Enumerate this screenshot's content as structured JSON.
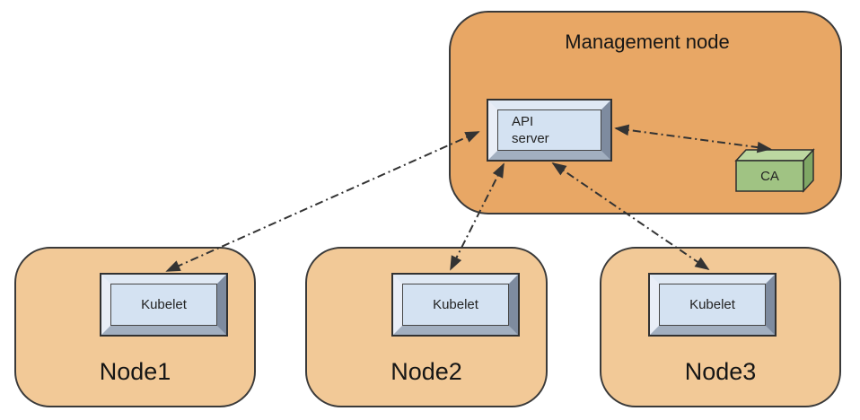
{
  "management_node": {
    "label": "Management node",
    "api_server_label": "API\nserver",
    "ca_label": "CA"
  },
  "nodes": [
    {
      "label": "Node1",
      "kubelet_label": "Kubelet"
    },
    {
      "label": "Node2",
      "kubelet_label": "Kubelet"
    },
    {
      "label": "Node3",
      "kubelet_label": "Kubelet"
    }
  ],
  "connections": [
    {
      "from": "api-server",
      "to": "kubelet-node1",
      "style": "dash-dot",
      "bidirectional": true
    },
    {
      "from": "api-server",
      "to": "kubelet-node2",
      "style": "dash-dot",
      "bidirectional": true
    },
    {
      "from": "api-server",
      "to": "kubelet-node3",
      "style": "dash-dot",
      "bidirectional": true
    },
    {
      "from": "api-server",
      "to": "ca",
      "style": "dash-dot",
      "bidirectional": true
    }
  ],
  "colors": {
    "management_fill": "#e8a765",
    "node_fill": "#f2c997",
    "box_face": "#d4e2f2",
    "bezel_light": "#e9eef7",
    "bezel_dark": "#7e8b9f",
    "ca_front": "#a0c383",
    "ca_top": "#bcd8a1",
    "ca_side": "#7fa765",
    "outline": "#3a3a3a",
    "arrow": "#333333",
    "text": "#161616",
    "background": "#ffffff"
  }
}
